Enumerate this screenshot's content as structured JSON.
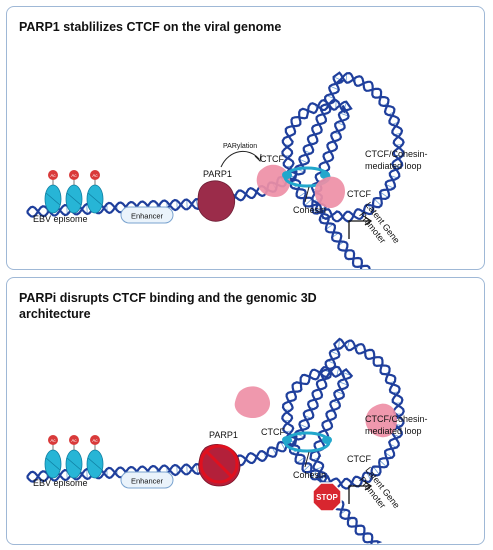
{
  "panels": [
    {
      "title": "PARP1 stablilizes CTCF on the viral genome",
      "episome_label": "EBV episome",
      "enhancer_label": "Enhancer",
      "parp1_label": "PARP1",
      "parylation_label": "PARylation",
      "ctcf_left_label": "CTCF",
      "ctcf_right_label": "CTCF",
      "cohesin_label": "Cohesin",
      "loop_label_line1": "CTCF/Cohesin-",
      "loop_label_line2": "mediated loop",
      "promoter_line1": "Latent Gene",
      "promoter_line2": "Promoter",
      "nucleosome_mark": "Ac"
    },
    {
      "title": "PARPi disrupts CTCF binding and the genomic 3D architecture",
      "episome_label": "EBV episome",
      "enhancer_label": "Enhancer",
      "parp1_label": "PARP1",
      "ctcf_left_label": "CTCF",
      "ctcf_right_label": "CTCF",
      "cohesin_label": "Cohesin",
      "loop_label_line1": "CTCF/Cohesin-",
      "loop_label_line2": "mediated loop",
      "promoter_line1": "Latent Gene",
      "promoter_line2": "Promoter",
      "stop_label": "STOP",
      "nucleosome_mark": "Ac"
    }
  ],
  "colors": {
    "dna": "#1f3f9c",
    "nucleosome": "#27b5d6",
    "acetyl": "#d93a3a",
    "parp1_top": "#9b2c4a",
    "parp1_bottom": "#b3203a",
    "ctcf": "#ee8fa6",
    "cohesin": "#22a7cc",
    "stop": "#d8262f",
    "panel_border": "#9fb8d6"
  }
}
